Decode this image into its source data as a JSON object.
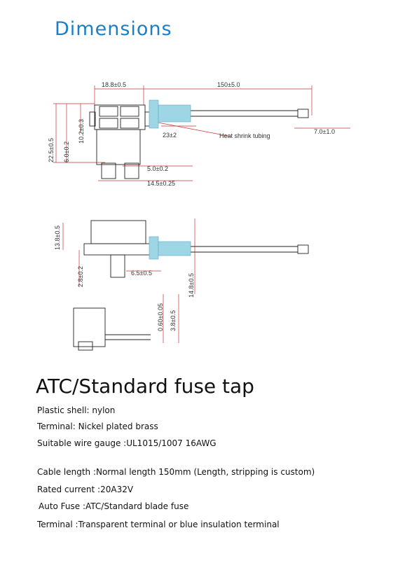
{
  "page_title": "Dimensions",
  "drawing": {
    "dims": {
      "width_top": "18.8±0.5",
      "cable_length": "150±5.0",
      "height_total": "22.5±0.5",
      "slot_height": "10.2±0.3",
      "body_height": "6.0±0.2",
      "shrink_length": "23±2",
      "heat_shrink_label": "Heat shrink tubing",
      "strip_length": "7.0±1.0",
      "blade_width": "5.0±0.2",
      "body_width": "14.5±0.25",
      "side_height": "13.8±0.5",
      "lower_height": "2.8±0.2",
      "offset": "6.5±0.5",
      "blade_span": "14.8±0.5",
      "blade_thickness": "0.60±0.05",
      "terminal_height": "3.8±0.5"
    }
  },
  "product_title": "ATC/Standard fuse tap",
  "specs": [
    "Plastic shell: nylon",
    "Terminal: Nickel plated brass",
    "Suitable wire gauge :UL1015/1007 16AWG",
    "Cable length :Normal length 150mm (Length, stripping is custom)",
    "Rated current :20A32V",
    "Auto Fuse :ATC/Standard blade fuse",
    "Terminal :Transparent terminal or blue insulation terminal"
  ],
  "colors": {
    "title": "#1a7fc4",
    "dim_line": "#cc3333",
    "tubing": "#9fd6e6"
  }
}
